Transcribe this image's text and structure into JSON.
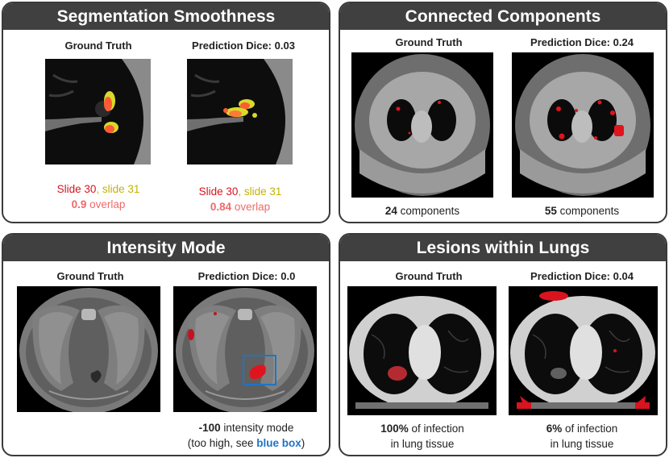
{
  "panels": {
    "seg": {
      "title": "Segmentation Smoothness",
      "gt_label": "Ground Truth",
      "pred_label": "Prediction Dice: 0.03",
      "gt_caption": {
        "slide_a": "Slide 30",
        "comma": ", ",
        "slide_b": "slide 31",
        "overlap_value": "0.9",
        "overlap_word": " overlap"
      },
      "pred_caption": {
        "slide_a": "Slide 30",
        "comma": ", ",
        "slide_b": "slide 31",
        "overlap_value": "0.84",
        "overlap_word": " overlap"
      }
    },
    "cc": {
      "title": "Connected Components",
      "gt_label": "Ground Truth",
      "pred_label": "Prediction Dice: 0.24",
      "gt_caption": {
        "count": "24",
        "word": " components"
      },
      "pred_caption": {
        "count": "55",
        "word": " components"
      }
    },
    "im": {
      "title": "Intensity Mode",
      "gt_label": "Ground Truth",
      "pred_label": "Prediction Dice: 0.0",
      "pred_caption": {
        "value": "-100",
        "line1": " intensity mode",
        "line2_pre": "(too high, see ",
        "highlight": "blue box",
        "line2_post": ")"
      }
    },
    "lw": {
      "title": "Lesions within Lungs",
      "gt_label": "Ground Truth",
      "pred_label": "Prediction Dice: 0.04",
      "gt_caption": {
        "pct": "100%",
        "line1": " of infection",
        "line2": "in lung tissue"
      },
      "pred_caption": {
        "pct": "6%",
        "line1": " of infection",
        "line2": "in lung tissue"
      }
    }
  },
  "colors": {
    "header": "#404040",
    "border": "#3a3a3a",
    "red": "#d8141e",
    "yellow": "#c2b400",
    "pink": "#ef6a6a",
    "blue": "#1f73c4"
  }
}
